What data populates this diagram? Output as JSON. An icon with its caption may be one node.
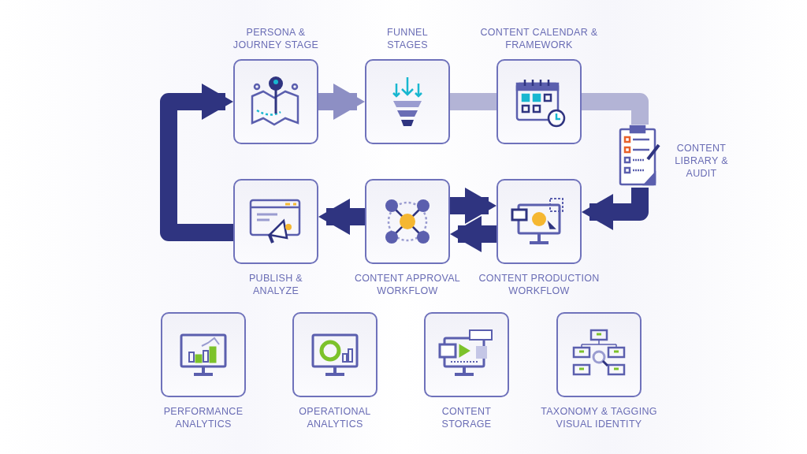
{
  "diagram": {
    "nodes": [
      {
        "text": [
          "PERSONA & JOURNEY STAGE"
        ]
      },
      {
        "text": [
          "FUNNEL STAGES"
        ]
      },
      {
        "text": [
          "CONTENT CALENDAR & FRAMEWORK"
        ]
      },
      {
        "text": [
          "CONTENT LIBRARY & AUDIT"
        ]
      },
      {
        "text": [
          "CONTENT PRODUCTION WORKFLOW"
        ]
      },
      {
        "text": [
          "CONTENT APPROVAL WORKFLOW"
        ]
      },
      {
        "text": [
          "PUBLISH & ANALYZE"
        ]
      },
      {
        "text": [
          "PERFORMANCE ANALYTICS"
        ]
      },
      {
        "text": [
          "OPERATIONAL ANALYTICS"
        ]
      },
      {
        "text": [
          "CONTENT STORAGE"
        ]
      },
      {
        "text": [
          "TAXONOMY & TAGGING VISUAL IDENTITY"
        ]
      }
    ],
    "edges": [
      {
        "from": 6,
        "to": 0,
        "arrow": "to"
      },
      {
        "from": 0,
        "to": 1,
        "arrow": "to",
        "color": "#8d8fc4"
      },
      {
        "from": 1,
        "to": 2,
        "arrow": "none",
        "color": "#b3b4d6"
      },
      {
        "from": 2,
        "to": 3,
        "arrow": "none",
        "color": "#b3b4d6"
      },
      {
        "from": 3,
        "to": 4,
        "arrow": "to"
      },
      {
        "from": 5,
        "to": 4,
        "arrow": "to"
      },
      {
        "from": 4,
        "to": 5,
        "arrow": "to"
      },
      {
        "from": 5,
        "to": 6,
        "arrow": "to"
      }
    ]
  }
}
